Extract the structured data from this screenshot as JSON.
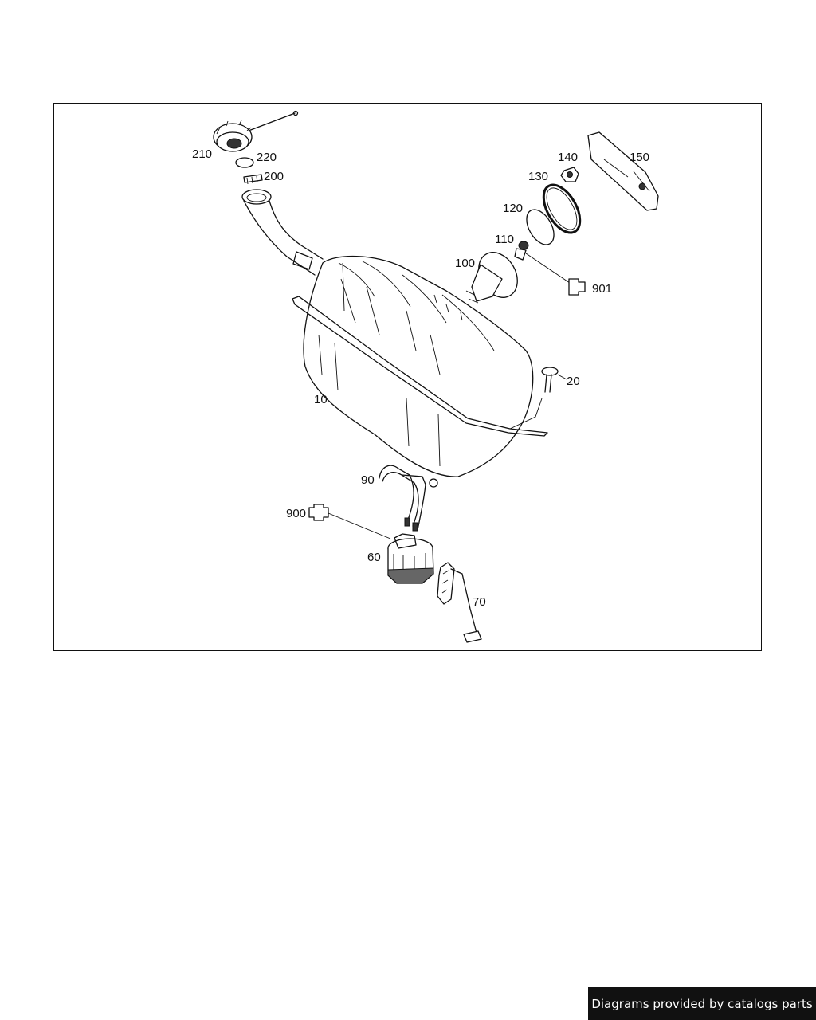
{
  "diagram": {
    "part_labels": {
      "p10": "10",
      "p20": "20",
      "p60": "60",
      "p70": "70",
      "p90": "90",
      "p100": "100",
      "p110": "110",
      "p120": "120",
      "p130": "130",
      "p140": "140",
      "p150": "150",
      "p200": "200",
      "p210": "210",
      "p220": "220",
      "p900": "900",
      "p901": "901"
    }
  },
  "footer": {
    "credit": "Diagrams provided by catalogs parts"
  }
}
